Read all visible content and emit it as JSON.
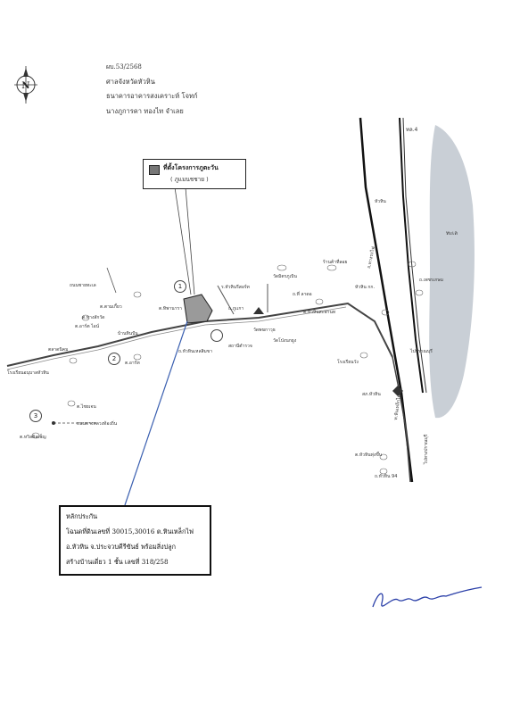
{
  "header": {
    "doc_no": "ผบ.53/2568",
    "court": "ศาลจังหวัดหัวหิน",
    "plaintiff": "ธนาคารอาคารสงเคราะห์   โจทก์",
    "defendant": "นางภูการคา ทองไท   จำเลย"
  },
  "legend": {
    "title": "ที่ตั้งโครงการภูตะวัน",
    "subtitle": "( ภูแมนชชาย )"
  },
  "collateral": {
    "title": "หลักประกัน",
    "line1": "โฉนดที่ดินเลขที่ 30015,30016 ต.หินเหล็กไฟ",
    "line2": "อ.หัวหิน จ.ประจวบคีรีขันธ์ พร้อมสิ่งปลูก",
    "line3": "สร้างบ้านเดี่ยว 1 ชั้น เลขที่ 318/258"
  },
  "compass": {
    "letter": "N"
  },
  "markers": [
    "1",
    "2",
    "3"
  ],
  "map_labels": {
    "rail_top": "ทล.4",
    "sea": "ทะเล",
    "hua_hin_town": "หัวหิน",
    "road_right": "ถ.เพชรเกษม",
    "school_right": "โรงเรียนวัง",
    "temp1": "วัดโป่งนกยูง",
    "wat_top": "วัดมิตรภูเบิน",
    "market": "ร้านค้าที่ลอย",
    "km4": "หัวหิน กก.",
    "road_v": "ถ.ทางรถไฟ",
    "palace_rd": "ถ.ที่ ลาดอ",
    "rest1": "ร.หัวหินรีสอร์ท",
    "rest2": "ถ.ภูเเกา",
    "shop1": "ต.ทิพานารา",
    "shop2": "ต.ตามเกี้ยว",
    "shop3": "ต.ทางสักวัด",
    "shop4": "ต.อาร์ต ไอน์",
    "shop5": "ต.อาร์ท",
    "village": "บ้านหินปัน",
    "road_mid": "ถ.หัวหินเหลสิมขา",
    "station": "สถานีตำรวจ",
    "left_school": "โรงเรียนอนุบาลหัวหิน",
    "police": "สภ.หัวหิน",
    "temple_sq": "วัดพฆกาวุธ",
    "road_hwy": "ต.หัวหินสะพานท",
    "bottom1": "ต.หัวหินทุ่งขึ้น",
    "bottom2": "ท.หินเหล็กไฟ",
    "road_bottom": "ถ.หัวหิน 94",
    "left3": "ต.หวิลคิลเพ็ญ",
    "left_road": "ถนนชายทะเล",
    "west_lbl": "ตลาดนิคม",
    "far_right": "ไปปราณบุรี",
    "right_bottom": "ไปทางปราณบุรี",
    "dashed_note": "ถนนทางหลวงท้องถิ่น",
    "left_mid": "ต.ไชยเจน"
  },
  "colors": {
    "ink": "#222222",
    "sea": "#c9cfd6",
    "pointer": "#3a5fb0",
    "signature": "#2a3fa8"
  }
}
